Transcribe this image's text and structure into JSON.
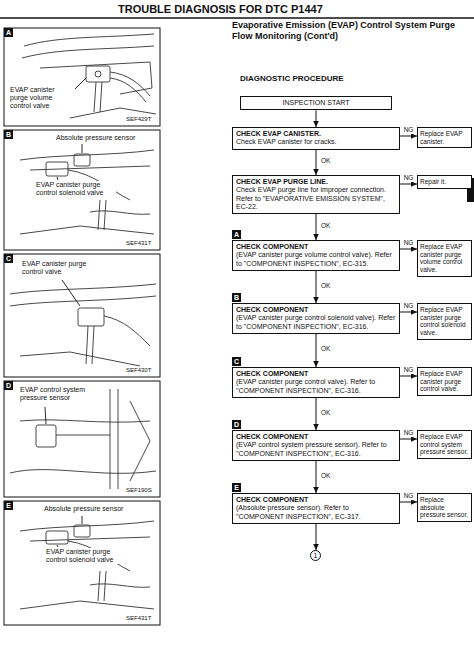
{
  "diagram": {
    "title": "TROUBLE DIAGNOSIS FOR DTC P1447",
    "nodes": [
      {
        "text": [
          "INSPECTION START"
        ]
      },
      {
        "text": [
          "CHECK EVAP CANISTER.",
          "Check EVAP canister for cracks."
        ]
      },
      {
        "text": [
          "Replace EVAP canister."
        ]
      },
      {
        "text": [
          "CHECK EVAP PURGE LINE.",
          "Check EVAP purge line for improper connection. Refer to \"EVAPORATIVE EMISSION SYSTEM\", EC-22."
        ]
      },
      {
        "text": [
          "Repair it."
        ]
      },
      {
        "text": [
          "CHECK COMPONENT",
          "(EVAP canister purge volume control valve). Refer to \"COMPONENT INSPECTION\", EC-315."
        ]
      },
      {
        "text": [
          "Replace EVAP canister purge volume control valve."
        ]
      },
      {
        "text": [
          "CHECK COMPONENT",
          "(EVAP canister purge control solenoid valve). Refer to \"COMPONENT INSPECTION\", EC-316."
        ]
      },
      {
        "text": [
          "Replace EVAP canister purge control solenoid valve."
        ]
      },
      {
        "text": [
          "CHECK COMPONENT",
          "(EVAP canister purge control valve). Refer to \"COMPONENT INSPECTION\", EC-316."
        ]
      },
      {
        "text": [
          "Replace EVAP canister purge control valve."
        ]
      },
      {
        "text": [
          "CHECK COMPONENT",
          "(EVAP control system pressure sensor). Refer to \"COMPONENT INSPECTION\", EC-316."
        ]
      },
      {
        "text": [
          "Replace EVAP control system pressure sensor."
        ]
      },
      {
        "text": [
          "CHECK COMPONENT",
          "(Absolute pressure sensor). Refer to \"COMPONENT INSPECTION\", EC-317."
        ]
      },
      {
        "text": [
          "Replace absolute pressure sensor."
        ]
      },
      {
        "text": [
          "1"
        ]
      }
    ],
    "edges": [
      {
        "from": 0,
        "to": 1,
        "arrow": "to"
      },
      {
        "from": 1,
        "to": 2,
        "label": "NG",
        "arrow": "to"
      },
      {
        "from": 1,
        "to": 3,
        "label": "OK",
        "arrow": "to"
      },
      {
        "from": 3,
        "to": 4,
        "label": "NG",
        "arrow": "to"
      },
      {
        "from": 3,
        "to": 5,
        "label": "OK",
        "arrow": "to"
      },
      {
        "from": 5,
        "to": 6,
        "label": "NG",
        "arrow": "to"
      },
      {
        "from": 5,
        "to": 7,
        "label": "OK",
        "arrow": "to"
      },
      {
        "from": 7,
        "to": 8,
        "label": "NG",
        "arrow": "to"
      },
      {
        "from": 7,
        "to": 9,
        "label": "OK",
        "arrow": "to"
      },
      {
        "from": 9,
        "to": 10,
        "label": "NG",
        "arrow": "to"
      },
      {
        "from": 9,
        "to": 11,
        "label": "OK",
        "arrow": "to"
      },
      {
        "from": 11,
        "to": 12,
        "label": "NG",
        "arrow": "to"
      },
      {
        "from": 11,
        "to": 13,
        "label": "OK",
        "arrow": "to"
      },
      {
        "from": 13,
        "to": 14,
        "label": "NG",
        "arrow": "to"
      },
      {
        "from": 13,
        "to": 15,
        "arrow": "to"
      }
    ],
    "labels": [
      "Evaporative Emission (EVAP) Control System Purge Flow Monitoring (Cont'd)",
      "DIAGNOSTIC PROCEDURE",
      "A",
      "EVAP canister purge volume control valve",
      "SEF429T",
      "B",
      "Absolute pressure sensor",
      "EVAP canister purge control solenoid valve",
      "SEF431T",
      "C",
      "EVAP canister purge control valve",
      "SEF430T",
      "D",
      "EVAP control system pressure sensor",
      "SEF190S",
      "E",
      "Absolute pressure sensor",
      "EVAP canister purge control solenoid valve",
      "SEF431T",
      "A",
      "B",
      "C",
      "D",
      "E"
    ]
  }
}
